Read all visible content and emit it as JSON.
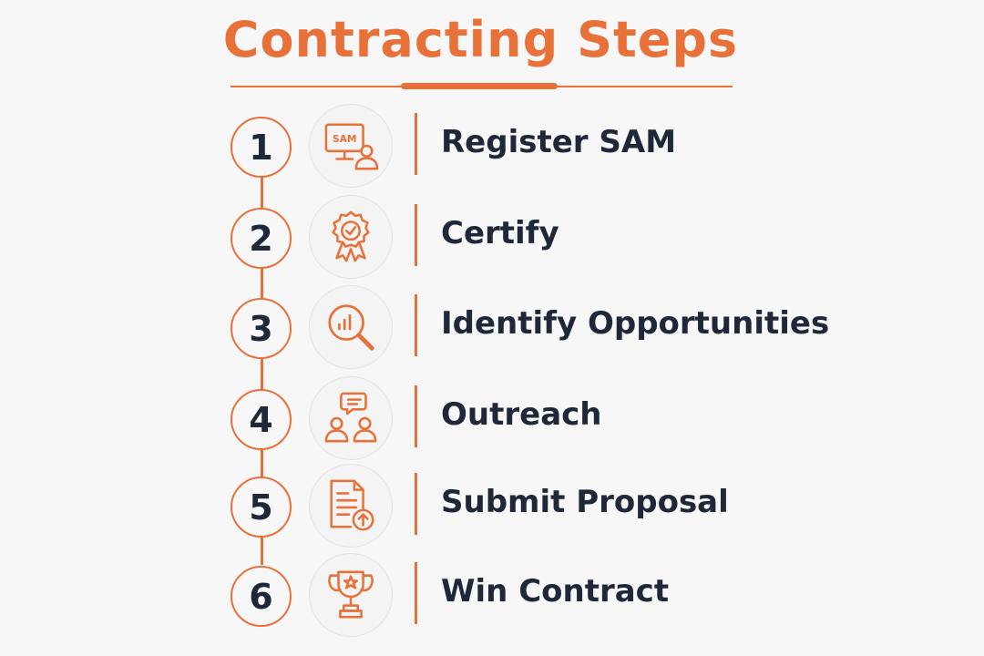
{
  "title": "Contracting Steps",
  "accent_color": "#e8713a",
  "text_color": "#1e2838",
  "steps": [
    {
      "number": "1",
      "label": "Register SAM",
      "icon": "computer-user-icon",
      "icon_text": "SAM"
    },
    {
      "number": "2",
      "label": "Certify",
      "icon": "certificate-badge-icon"
    },
    {
      "number": "3",
      "label": "Identify Opportunities",
      "icon": "magnifier-chart-icon"
    },
    {
      "number": "4",
      "label": "Outreach",
      "icon": "people-chat-icon"
    },
    {
      "number": "5",
      "label": "Submit Proposal",
      "icon": "document-upload-icon"
    },
    {
      "number": "6",
      "label": "Win Contract",
      "icon": "trophy-icon"
    }
  ]
}
